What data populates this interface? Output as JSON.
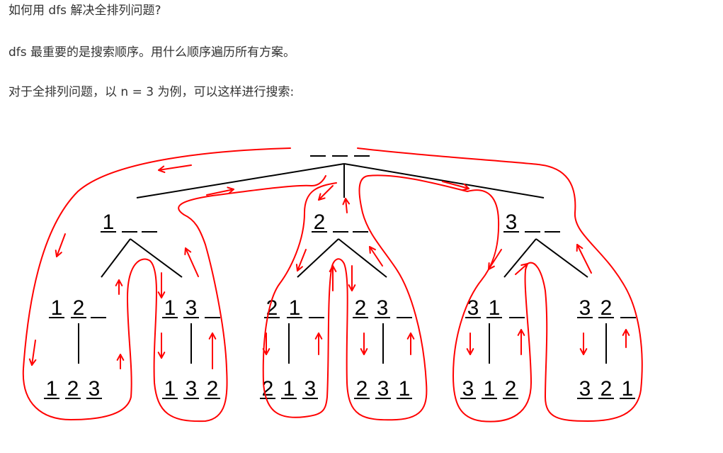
{
  "text": {
    "line1": "如何用 dfs 解决全排列问题?",
    "line2": "dfs 最重要的是搜索顺序。用什么顺序遍历所有方案。",
    "line3": "对于全排列问题，以 n = 3 为例，可以这样进行搜索:"
  },
  "colors": {
    "text": "#333333",
    "tree": "#000000",
    "path": "#ff0000"
  },
  "tree": {
    "root": [
      "",
      "",
      ""
    ],
    "level1": [
      {
        "digits": [
          "1",
          "",
          ""
        ]
      },
      {
        "digits": [
          "2",
          "",
          ""
        ]
      },
      {
        "digits": [
          "3",
          "",
          ""
        ]
      }
    ],
    "level2": [
      {
        "digits": [
          "1",
          "2",
          ""
        ]
      },
      {
        "digits": [
          "1",
          "3",
          ""
        ]
      },
      {
        "digits": [
          "2",
          "1",
          ""
        ]
      },
      {
        "digits": [
          "2",
          "3",
          ""
        ]
      },
      {
        "digits": [
          "3",
          "1",
          ""
        ]
      },
      {
        "digits": [
          "3",
          "2",
          ""
        ]
      }
    ],
    "leaves": [
      {
        "digits": [
          "1",
          "2",
          "3"
        ]
      },
      {
        "digits": [
          "1",
          "3",
          "2"
        ]
      },
      {
        "digits": [
          "2",
          "1",
          "3"
        ]
      },
      {
        "digits": [
          "2",
          "3",
          "1"
        ]
      },
      {
        "digits": [
          "3",
          "1",
          "2"
        ]
      },
      {
        "digits": [
          "3",
          "2",
          "1"
        ]
      }
    ]
  }
}
